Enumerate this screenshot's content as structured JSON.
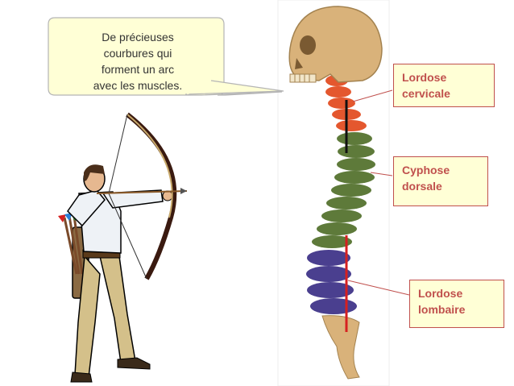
{
  "callout": {
    "lines": [
      "De précieuses",
      "courbures qui",
      "forment un arc",
      "avec les muscles."
    ]
  },
  "labels": {
    "cervicale": [
      "Lordose",
      "cervicale"
    ],
    "dorsale": [
      "Cyphose",
      "dorsale"
    ],
    "lombaire": [
      "Lordose",
      "lombaire"
    ]
  },
  "colors": {
    "callout_fill": "#ffffd6",
    "callout_border": "#b5b5b5",
    "label_border": "#c0504d",
    "label_text": "#c0504d",
    "cervical": "#e4572e",
    "thoracic": "#5e7a3a",
    "lumbar": "#4a3f8f",
    "bone": "#d9b27a",
    "red_line": "#d62020",
    "black_line": "#111111"
  },
  "icons": {
    "skull": "skull-icon",
    "spine": "spine-icon",
    "archer": "archer-icon",
    "bow": "bow-icon"
  }
}
